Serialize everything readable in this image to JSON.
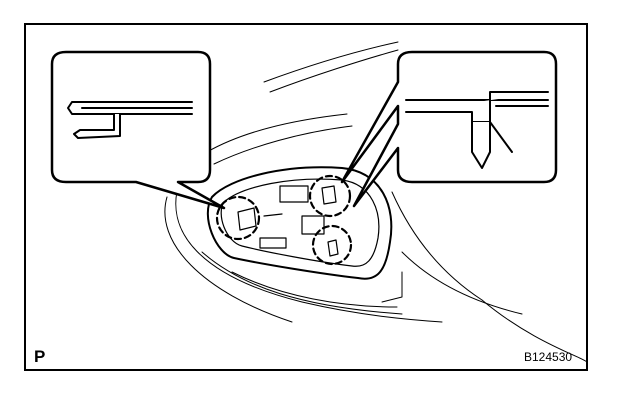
{
  "figure": {
    "view_code": "P",
    "figure_number": "B124530"
  },
  "colors": {
    "ink": "#000000",
    "paper": "#ffffff"
  },
  "callouts": {
    "left_detail": "clip-detail-left",
    "right_detail": "clip-detail-right",
    "clip_circles": 3
  }
}
